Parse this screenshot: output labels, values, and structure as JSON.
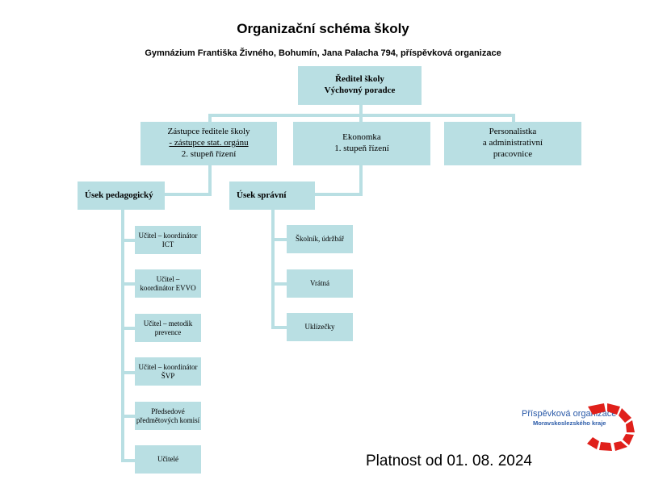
{
  "header": {
    "title": "Organizační schéma školy",
    "subtitle": "Gymnázium Františka Živného, Bohumín, Jana Palacha 794, příspěvková organizace"
  },
  "director": {
    "line1": "Ředitel školy",
    "line2": "Výchovný  poradce"
  },
  "level2": {
    "deputy": {
      "line1": "Zástupce ředitele školy",
      "line2": "- zástupce stat. orgánu",
      "line3": "2. stupeň řízení"
    },
    "economist": {
      "line1": "Ekonomka",
      "line2": "1. stupeň řízení"
    },
    "hr": {
      "line1": "Personalistka",
      "line2": "a administrativní",
      "line3": "pracovnice"
    }
  },
  "pedagogical": {
    "title": "Úsek pedagogický",
    "items": [
      {
        "line1": "Učitel – koordinátor",
        "line2": "ICT"
      },
      {
        "line1": "Učitel –",
        "line2": "koordinátor EVVO"
      },
      {
        "line1": "Učitel – metodik",
        "line2": "prevence"
      },
      {
        "line1": "Učitel – koordinátor",
        "line2": "ŠVP"
      },
      {
        "line1": "Předsedové",
        "line2": "předmětových komisí"
      },
      {
        "line1": "Učitelé",
        "line2": ""
      }
    ]
  },
  "administrative": {
    "title": "Úsek správní",
    "items": [
      {
        "label": "Školník, údržbář"
      },
      {
        "label": "Vrátná"
      },
      {
        "label": "Uklízečky"
      }
    ]
  },
  "footer": {
    "validity": "Platnost od 01. 08. 2024"
  },
  "logo": {
    "line1": "Příspěvková organizace",
    "line2": "Moravskoslezského kraje",
    "colors": {
      "ring": "#e0201b",
      "text": "#2a5aa8"
    }
  },
  "colors": {
    "box_fill": "#b9dfe3",
    "connector": "#b9dfe3"
  }
}
